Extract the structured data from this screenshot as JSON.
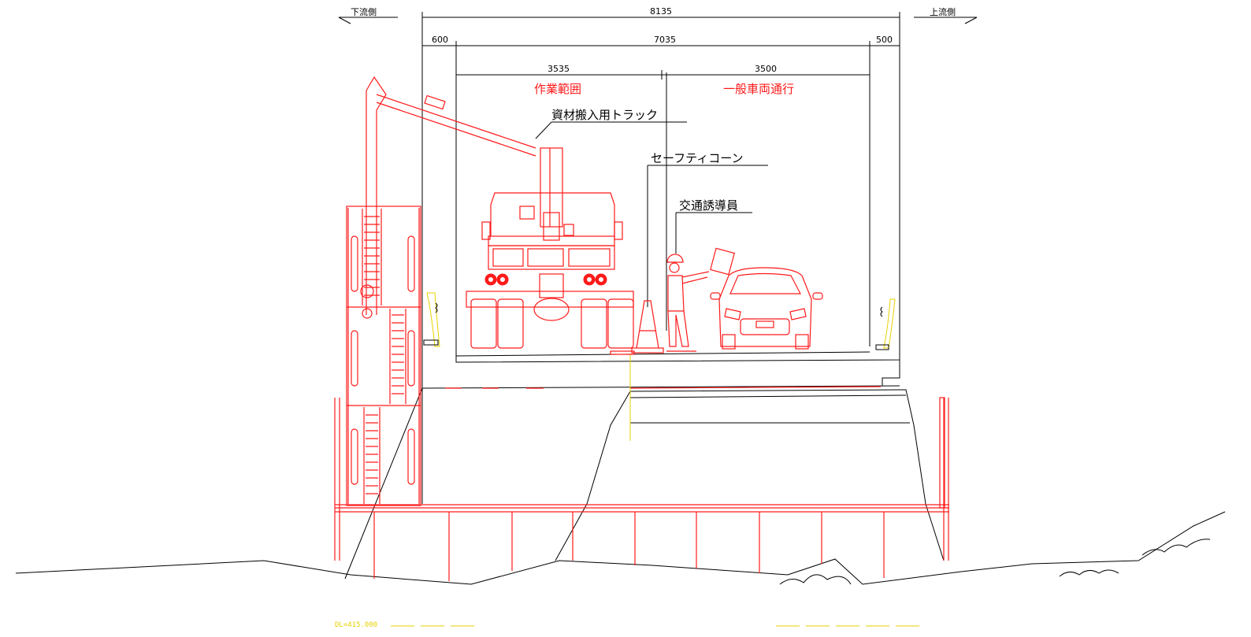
{
  "directions": {
    "left": "下流側",
    "right": "上流側"
  },
  "dimensions": {
    "overall": "8135",
    "left_margin": "600",
    "center_width": "7035",
    "right_margin": "500",
    "work_width": "3535",
    "traffic_width": "3500"
  },
  "zones": {
    "work_area": "作業範囲",
    "traffic": "一般車両通行"
  },
  "callouts": {
    "truck": "資材搬入用トラック",
    "cone": "セーフティコーン",
    "flagger": "交通誘導員"
  },
  "footer": {
    "datum": "DL=415.000"
  },
  "colors": {
    "temporary_works": "#ff1a1a",
    "structure": "#000000",
    "annotation": "#e6d200"
  }
}
